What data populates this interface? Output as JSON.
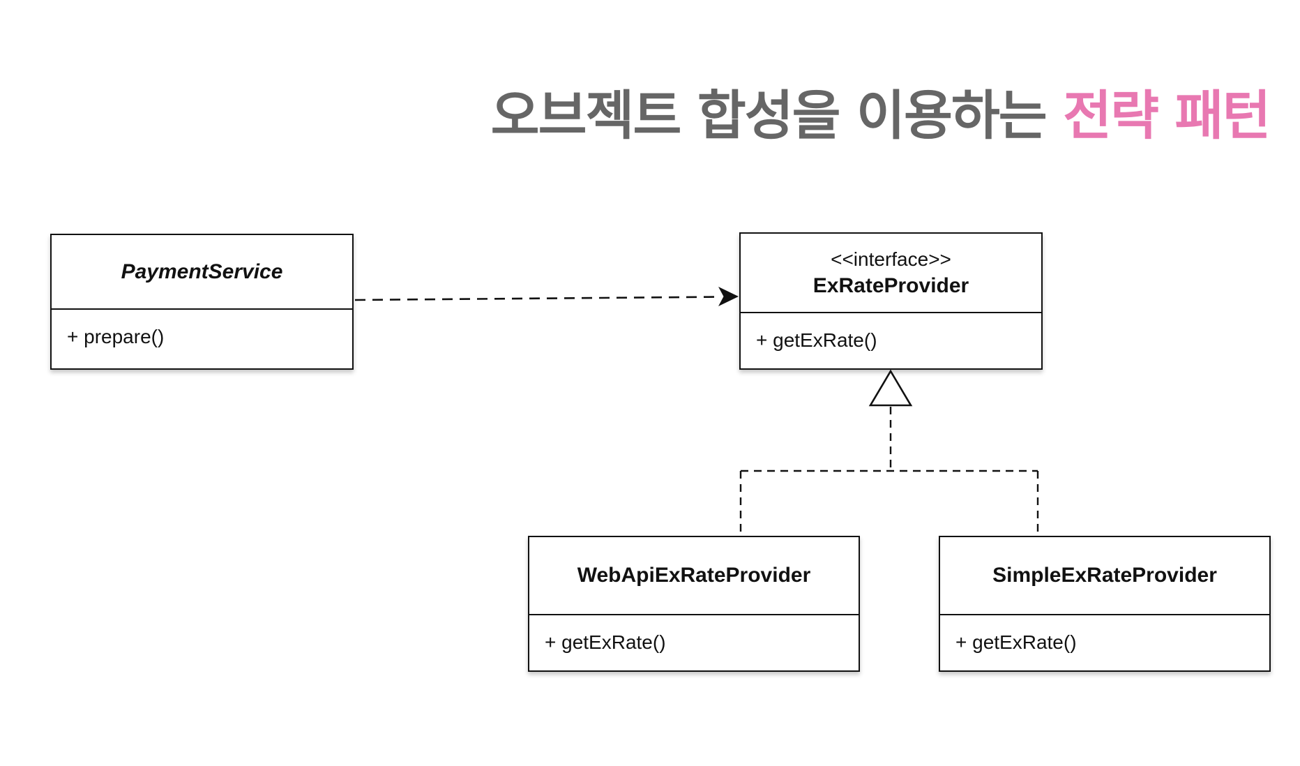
{
  "title": {
    "gray_text": "오브젝트 합성을 이용하는 ",
    "accent_text": "전략 패턴",
    "gray_color": "#666666",
    "accent_color": "#e878b1"
  },
  "diagram": {
    "classes": [
      {
        "name": "PaymentService",
        "stereotype": "",
        "abstract": true,
        "methods": [
          "+ prepare()"
        ]
      },
      {
        "name": "ExRateProvider",
        "stereotype": "<<interface>>",
        "abstract": false,
        "methods": [
          "+ getExRate()"
        ]
      },
      {
        "name": "WebApiExRateProvider",
        "stereotype": "",
        "abstract": false,
        "methods": [
          "+ getExRate()"
        ]
      },
      {
        "name": "SimpleExRateProvider",
        "stereotype": "",
        "abstract": false,
        "methods": [
          "+ getExRate()"
        ]
      }
    ],
    "relationships": [
      {
        "type": "dependency",
        "from": "PaymentService",
        "to": "ExRateProvider",
        "line": "dashed",
        "arrowhead": "filled-v"
      },
      {
        "type": "realization",
        "from": "WebApiExRateProvider",
        "to": "ExRateProvider",
        "line": "dashed",
        "arrowhead": "hollow-triangle"
      },
      {
        "type": "realization",
        "from": "SimpleExRateProvider",
        "to": "ExRateProvider",
        "line": "dashed",
        "arrowhead": "hollow-triangle"
      }
    ],
    "line_color": "#111111"
  }
}
